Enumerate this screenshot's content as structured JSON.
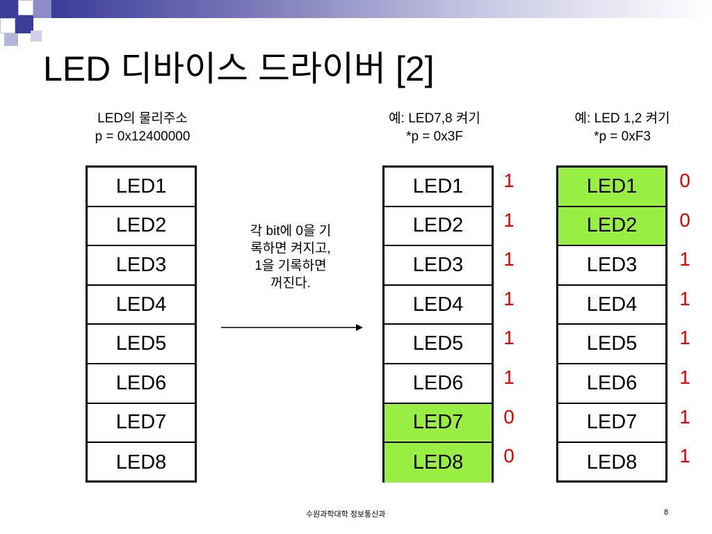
{
  "slide": {
    "title": "LED 디바이스 드라이버 [2]",
    "footer_text": "수원과학대학 정보통신과",
    "page_number": "8",
    "accent_color": "#3c3c9a",
    "highlight_color": "#99ee44",
    "bit_color": "#e00000"
  },
  "left": {
    "caption_line1": "LED의 물리주소",
    "caption_line2": "p = 0x12400000",
    "rows": [
      "LED1",
      "LED2",
      "LED3",
      "LED4",
      "LED5",
      "LED6",
      "LED7",
      "LED8"
    ]
  },
  "note": {
    "line1": "각 bit에 0을 기",
    "line2": "록하면 켜지고,",
    "line3": "1을 기록하면",
    "line4": "꺼진다."
  },
  "middle": {
    "caption_line1": "예: LED7,8 켜기",
    "caption_line2": "*p = 0x3F",
    "rows": [
      "LED1",
      "LED2",
      "LED3",
      "LED4",
      "LED5",
      "LED6",
      "LED7",
      "LED8"
    ],
    "on": [
      false,
      false,
      false,
      false,
      false,
      false,
      true,
      true
    ],
    "bits": [
      "1",
      "1",
      "1",
      "1",
      "1",
      "1",
      "0",
      "0"
    ]
  },
  "right": {
    "caption_line1": "예: LED 1,2 켜기",
    "caption_line2": "*p = 0xF3",
    "rows": [
      "LED1",
      "LED2",
      "LED3",
      "LED4",
      "LED5",
      "LED6",
      "LED7",
      "LED8"
    ],
    "on": [
      true,
      true,
      false,
      false,
      false,
      false,
      false,
      false
    ],
    "bits": [
      "0",
      "0",
      "1",
      "1",
      "1",
      "1",
      "1",
      "1"
    ]
  }
}
